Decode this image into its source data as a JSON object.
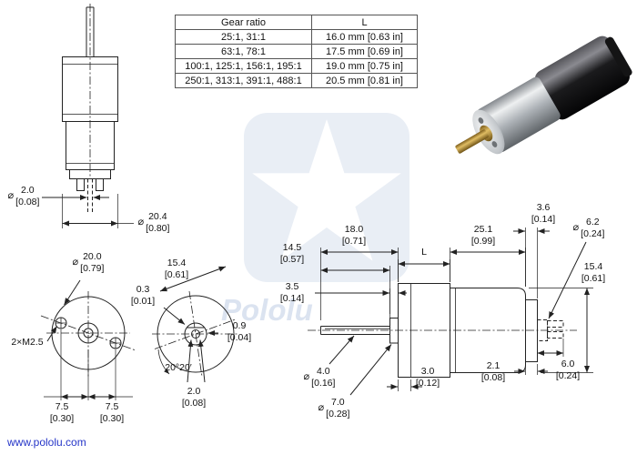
{
  "page": {
    "footer_link": "www.pololu.com",
    "watermark": "Pololu"
  },
  "table": {
    "headers": {
      "ratio": "Gear ratio",
      "length": "L"
    },
    "rows": [
      {
        "ratio": "25:1, 31:1",
        "length": "16.0 mm [0.63 in]"
      },
      {
        "ratio": "63:1, 78:1",
        "length": "17.5 mm [0.69 in]"
      },
      {
        "ratio": "100:1, 125:1, 156:1, 195:1",
        "length": "19.0 mm [0.75 in]"
      },
      {
        "ratio": "250:1, 313:1, 391:1, 488:1",
        "length": "20.5 mm [0.81 in]"
      }
    ]
  },
  "dims": {
    "rear_shaft": {
      "sym": "⌀",
      "mm": "2.0",
      "in": "[0.08]"
    },
    "body_dia": {
      "sym": "⌀",
      "mm": "20.4",
      "in": "[0.80]"
    },
    "face_dia": {
      "sym": "⌀",
      "mm": "20.0",
      "in": "[0.79]"
    },
    "mount_holes": {
      "label": "2×M2.5"
    },
    "hole_left": {
      "mm": "7.5",
      "in": "[0.30]"
    },
    "hole_right": {
      "mm": "7.5",
      "in": "[0.30]"
    },
    "flat_width": {
      "mm": "15.4",
      "in": "[0.61]"
    },
    "flat_offset": {
      "mm": "0.3",
      "in": "[0.01]"
    },
    "shaft_flat": {
      "mm": "0.9",
      "in": "[0.04]"
    },
    "hole_angle": {
      "label": "20°20′"
    },
    "flat_len": {
      "mm": "2.0",
      "in": "[0.08]"
    },
    "shaft_len": {
      "mm": "14.5",
      "in": "[0.57]"
    },
    "bushing_len": {
      "mm": "3.5",
      "in": "[0.14]"
    },
    "front_len": {
      "mm": "18.0",
      "in": "[0.71]"
    },
    "gearbox_len": {
      "label": "L"
    },
    "motor_len": {
      "mm": "25.1",
      "in": "[0.99]"
    },
    "cap_len": {
      "mm": "3.6",
      "in": "[0.14]"
    },
    "boss_dia": {
      "sym": "⌀",
      "mm": "6.2",
      "in": "[0.24]"
    },
    "motor_flat": {
      "mm": "15.4",
      "in": "[0.61]"
    },
    "shaft_dia": {
      "sym": "⌀",
      "mm": "4.0",
      "in": "[0.16]"
    },
    "bushing_dia": {
      "sym": "⌀",
      "mm": "7.0",
      "in": "[0.28]"
    },
    "plate_len": {
      "mm": "3.0",
      "in": "[0.12]"
    },
    "cap_ring": {
      "mm": "2.1",
      "in": "[0.08]"
    },
    "terminal_len": {
      "mm": "6.0",
      "in": "[0.24]"
    }
  }
}
